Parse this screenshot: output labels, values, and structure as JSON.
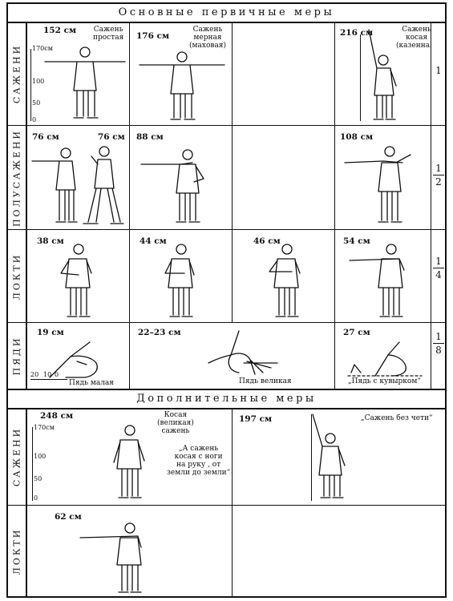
{
  "headers": {
    "main": "Основные первичные меры",
    "additional": "Дополнительные меры"
  },
  "rows": {
    "sazheni": "САЖЕНИ",
    "polusazheni": "ПОЛУСАЖЕНИ",
    "lokti": "ЛОКТИ",
    "pyadi": "ПЯДИ",
    "sazheni2": "САЖЕНИ",
    "lokti2": "ЛОКТИ"
  },
  "fractions": {
    "r1": "1",
    "r2_num": "1",
    "r2_den": "2",
    "r3_num": "1",
    "r3_den": "4",
    "r4_num": "1",
    "r4_den": "8"
  },
  "cells": {
    "r1c1": {
      "value": "152 см",
      "caption": "Сажень\nпростая"
    },
    "r1c2": {
      "value": "176 см",
      "caption": "Сажень\nмерная\n(маховая)"
    },
    "r1c4": {
      "value": "216 см",
      "caption": "Сажень\nкосая\n(казенная)"
    },
    "r2c1a": {
      "value": "76 см"
    },
    "r2c1b": {
      "value": "76 см"
    },
    "r2c2": {
      "value": "88 см"
    },
    "r2c4": {
      "value": "108 см"
    },
    "r3c1": {
      "value": "38 см"
    },
    "r3c2": {
      "value": "44 см"
    },
    "r3c3": {
      "value": "46 см"
    },
    "r3c4": {
      "value": "54 см"
    },
    "r4c1": {
      "value": "19 см",
      "caption": "Пядь малая"
    },
    "r4c2": {
      "value": "22–23 см",
      "caption": "Пядь великая"
    },
    "r4c4": {
      "value": "27 см",
      "caption": "„Пядь с кувырком“"
    },
    "a1c1": {
      "value": "248 см",
      "caption": "Косая\n(великая)\nсажень",
      "quote": "„А сажень\nкосая с ноги\nна руку , от\nземли до земли“"
    },
    "a1c2": {
      "value": "197 см",
      "caption": "„Сажень без чети“"
    },
    "a2c1": {
      "value": "62 см"
    }
  },
  "scales": {
    "top": "170см",
    "mid": "100",
    "low": "50",
    "zero": "0",
    "span_a": "20",
    "span_b": "10",
    "span_c": "0"
  }
}
